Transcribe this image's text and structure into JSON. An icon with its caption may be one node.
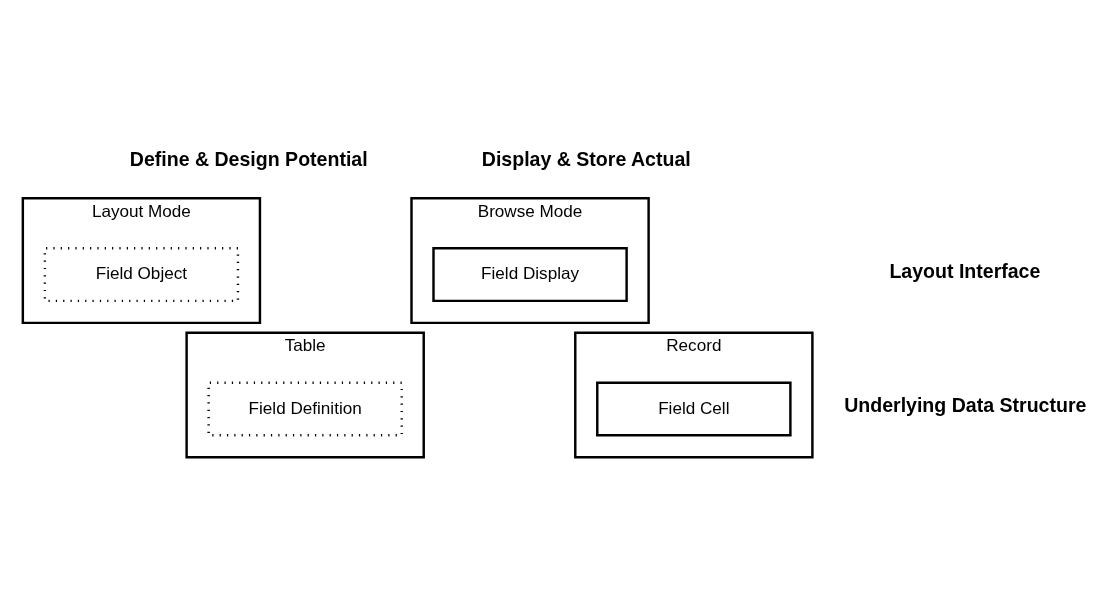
{
  "diagram": {
    "nodes": [
      {
        "text": [
          "Layout Mode"
        ]
      },
      {
        "text": [
          "Field Object"
        ],
        "in": 0
      },
      {
        "text": [
          "Browse Mode"
        ]
      },
      {
        "text": [
          "Field Display"
        ],
        "in": 2
      },
      {
        "text": [
          "Table"
        ]
      },
      {
        "text": [
          "Field Definition"
        ],
        "in": 4
      },
      {
        "text": [
          "Record"
        ]
      },
      {
        "text": [
          "Field Cell"
        ],
        "in": 6
      }
    ],
    "labels": [
      "Define & Design Potential",
      "Display & Store Actual",
      "Layout Interface",
      "Underlying Data Structure"
    ]
  }
}
